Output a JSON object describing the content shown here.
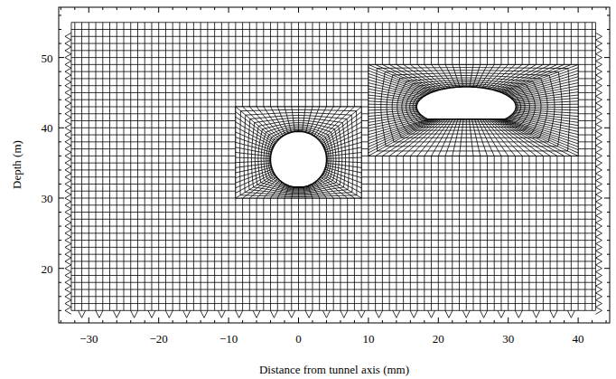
{
  "diagram": {
    "labels": [
      "Depth (m)",
      "50",
      "40",
      "30",
      "20",
      "−30",
      "−20",
      "−10",
      "0",
      "10",
      "20",
      "30",
      "40",
      "Distance from tunnel axis (mm)"
    ]
  }
}
